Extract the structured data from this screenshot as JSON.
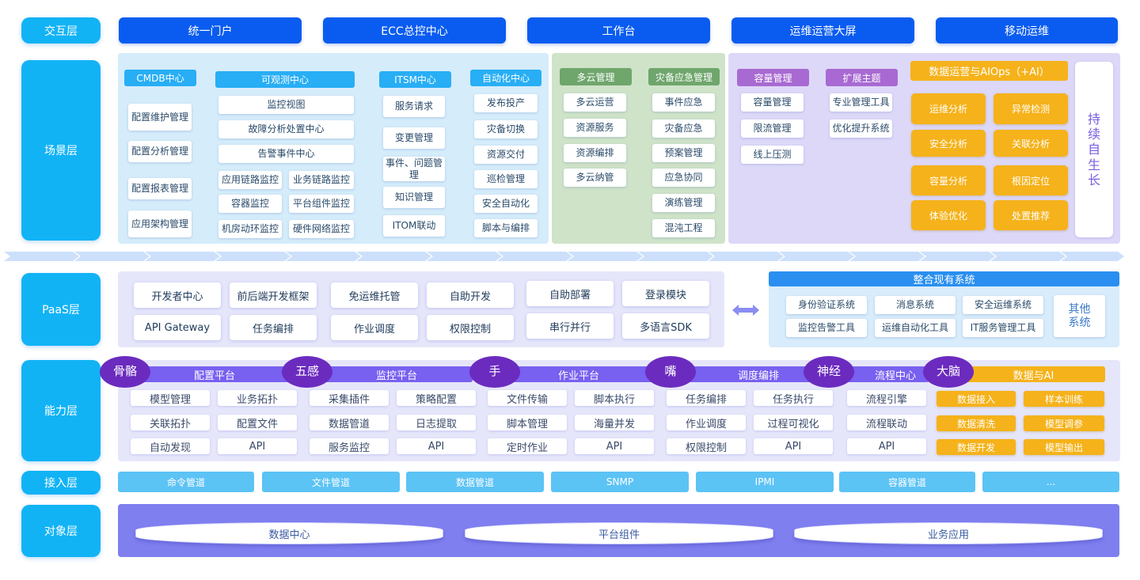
{
  "layers": {
    "interaction": "交互层",
    "scene": "场景层",
    "paas": "PaaS层",
    "capability": "能力层",
    "access": "接入层",
    "object": "对象层"
  },
  "top": [
    "统一门户",
    "ECC总控中心",
    "工作台",
    "运维运营大屏",
    "移动运维"
  ],
  "scene": {
    "cmdb": {
      "title": "CMDB中心",
      "items": [
        "配置维护管理",
        "配置分析管理",
        "配置报表管理",
        "应用架构管理"
      ]
    },
    "observe": {
      "title": "可观测中心",
      "wide": [
        "监控视图",
        "故障分析处置中心",
        "告警事件中心"
      ],
      "pairs": [
        "应用链路监控",
        "业务链路监控",
        "容器监控",
        "平台组件监控",
        "机房动环监控",
        "硬件网络监控"
      ]
    },
    "itsm": {
      "title": "ITSM中心",
      "items": [
        "服务请求",
        "变更管理",
        "事件、问题管理",
        "知识管理",
        "ITOM联动"
      ]
    },
    "auto": {
      "title": "自动化中心",
      "items": [
        "发布投产",
        "灾备切换",
        "资源交付",
        "巡检管理",
        "安全自动化",
        "脚本与编排"
      ]
    },
    "multicloud": {
      "title": "多云管理",
      "items": [
        "多云运营",
        "资源服务",
        "资源编排",
        "多云纳管"
      ]
    },
    "dr": {
      "title": "灾备应急管理",
      "items": [
        "事件应急",
        "灾备应急",
        "预案管理",
        "应急协同",
        "演练管理",
        "混沌工程"
      ]
    },
    "capacity": {
      "title": "容量管理",
      "items": [
        "容量管理",
        "限流管理",
        "线上压测"
      ]
    },
    "ext": {
      "title": "扩展主题",
      "items": [
        "专业管理工具",
        "优化提升系统"
      ]
    },
    "aiops": {
      "title": "数据运营与AIOps（+AI）",
      "items": [
        "运维分析",
        "异常检测",
        "安全分析",
        "关联分析",
        "容量分析",
        "根因定位",
        "体验优化",
        "处置推荐"
      ]
    },
    "grow": "持续自生长"
  },
  "paas": {
    "items": [
      "开发者中心",
      "前后端开发框架",
      "免运维托管",
      "自助开发",
      "自助部署",
      "登录模块",
      "API Gateway",
      "任务编排",
      "作业调度",
      "权限控制",
      "串行并行",
      "多语言SDK"
    ],
    "integ_title": "整合现有系统",
    "integ_items": [
      "身份验证系统",
      "消息系统",
      "安全运维系统",
      "监控告警工具",
      "运维自动化工具",
      "IT服务管理工具"
    ],
    "other": "其他系统"
  },
  "capability": {
    "groups": [
      {
        "circle": "骨骼",
        "title": "配置平台",
        "items": [
          "模型管理",
          "业务拓扑",
          "关联拓扑",
          "配置文件",
          "自动发现",
          "API"
        ]
      },
      {
        "circle": "五感",
        "title": "监控平台",
        "items": [
          "采集插件",
          "策略配置",
          "数据管道",
          "日志提取",
          "服务监控",
          "API"
        ]
      },
      {
        "circle": "手",
        "title": "作业平台",
        "items": [
          "文件传输",
          "脚本执行",
          "脚本管理",
          "海量并发",
          "定时作业",
          "API"
        ]
      },
      {
        "circle": "嘴",
        "title": "调度编排",
        "items": [
          "任务编排",
          "任务执行",
          "作业调度",
          "过程可视化",
          "权限控制",
          "API"
        ]
      },
      {
        "circle": "神经",
        "title": "流程中心",
        "items": [
          "流程引擎",
          "流程联动",
          "API"
        ]
      },
      {
        "circle": "大脑",
        "title": "数据与AI",
        "items": [
          "数据接入",
          "样本训练",
          "数据清洗",
          "模型调参",
          "数据开发",
          "模型输出"
        ]
      }
    ]
  },
  "access": [
    "命令管道",
    "文件管道",
    "数据管道",
    "SNMP",
    "IPMI",
    "容器管道",
    "..."
  ],
  "objects": [
    "数据中心",
    "平台组件",
    "业务应用"
  ],
  "colors": {
    "layer": "#12b3f5",
    "top": "#0a5cf0",
    "orange": "#f5b21a",
    "purple": "#7860f0"
  }
}
